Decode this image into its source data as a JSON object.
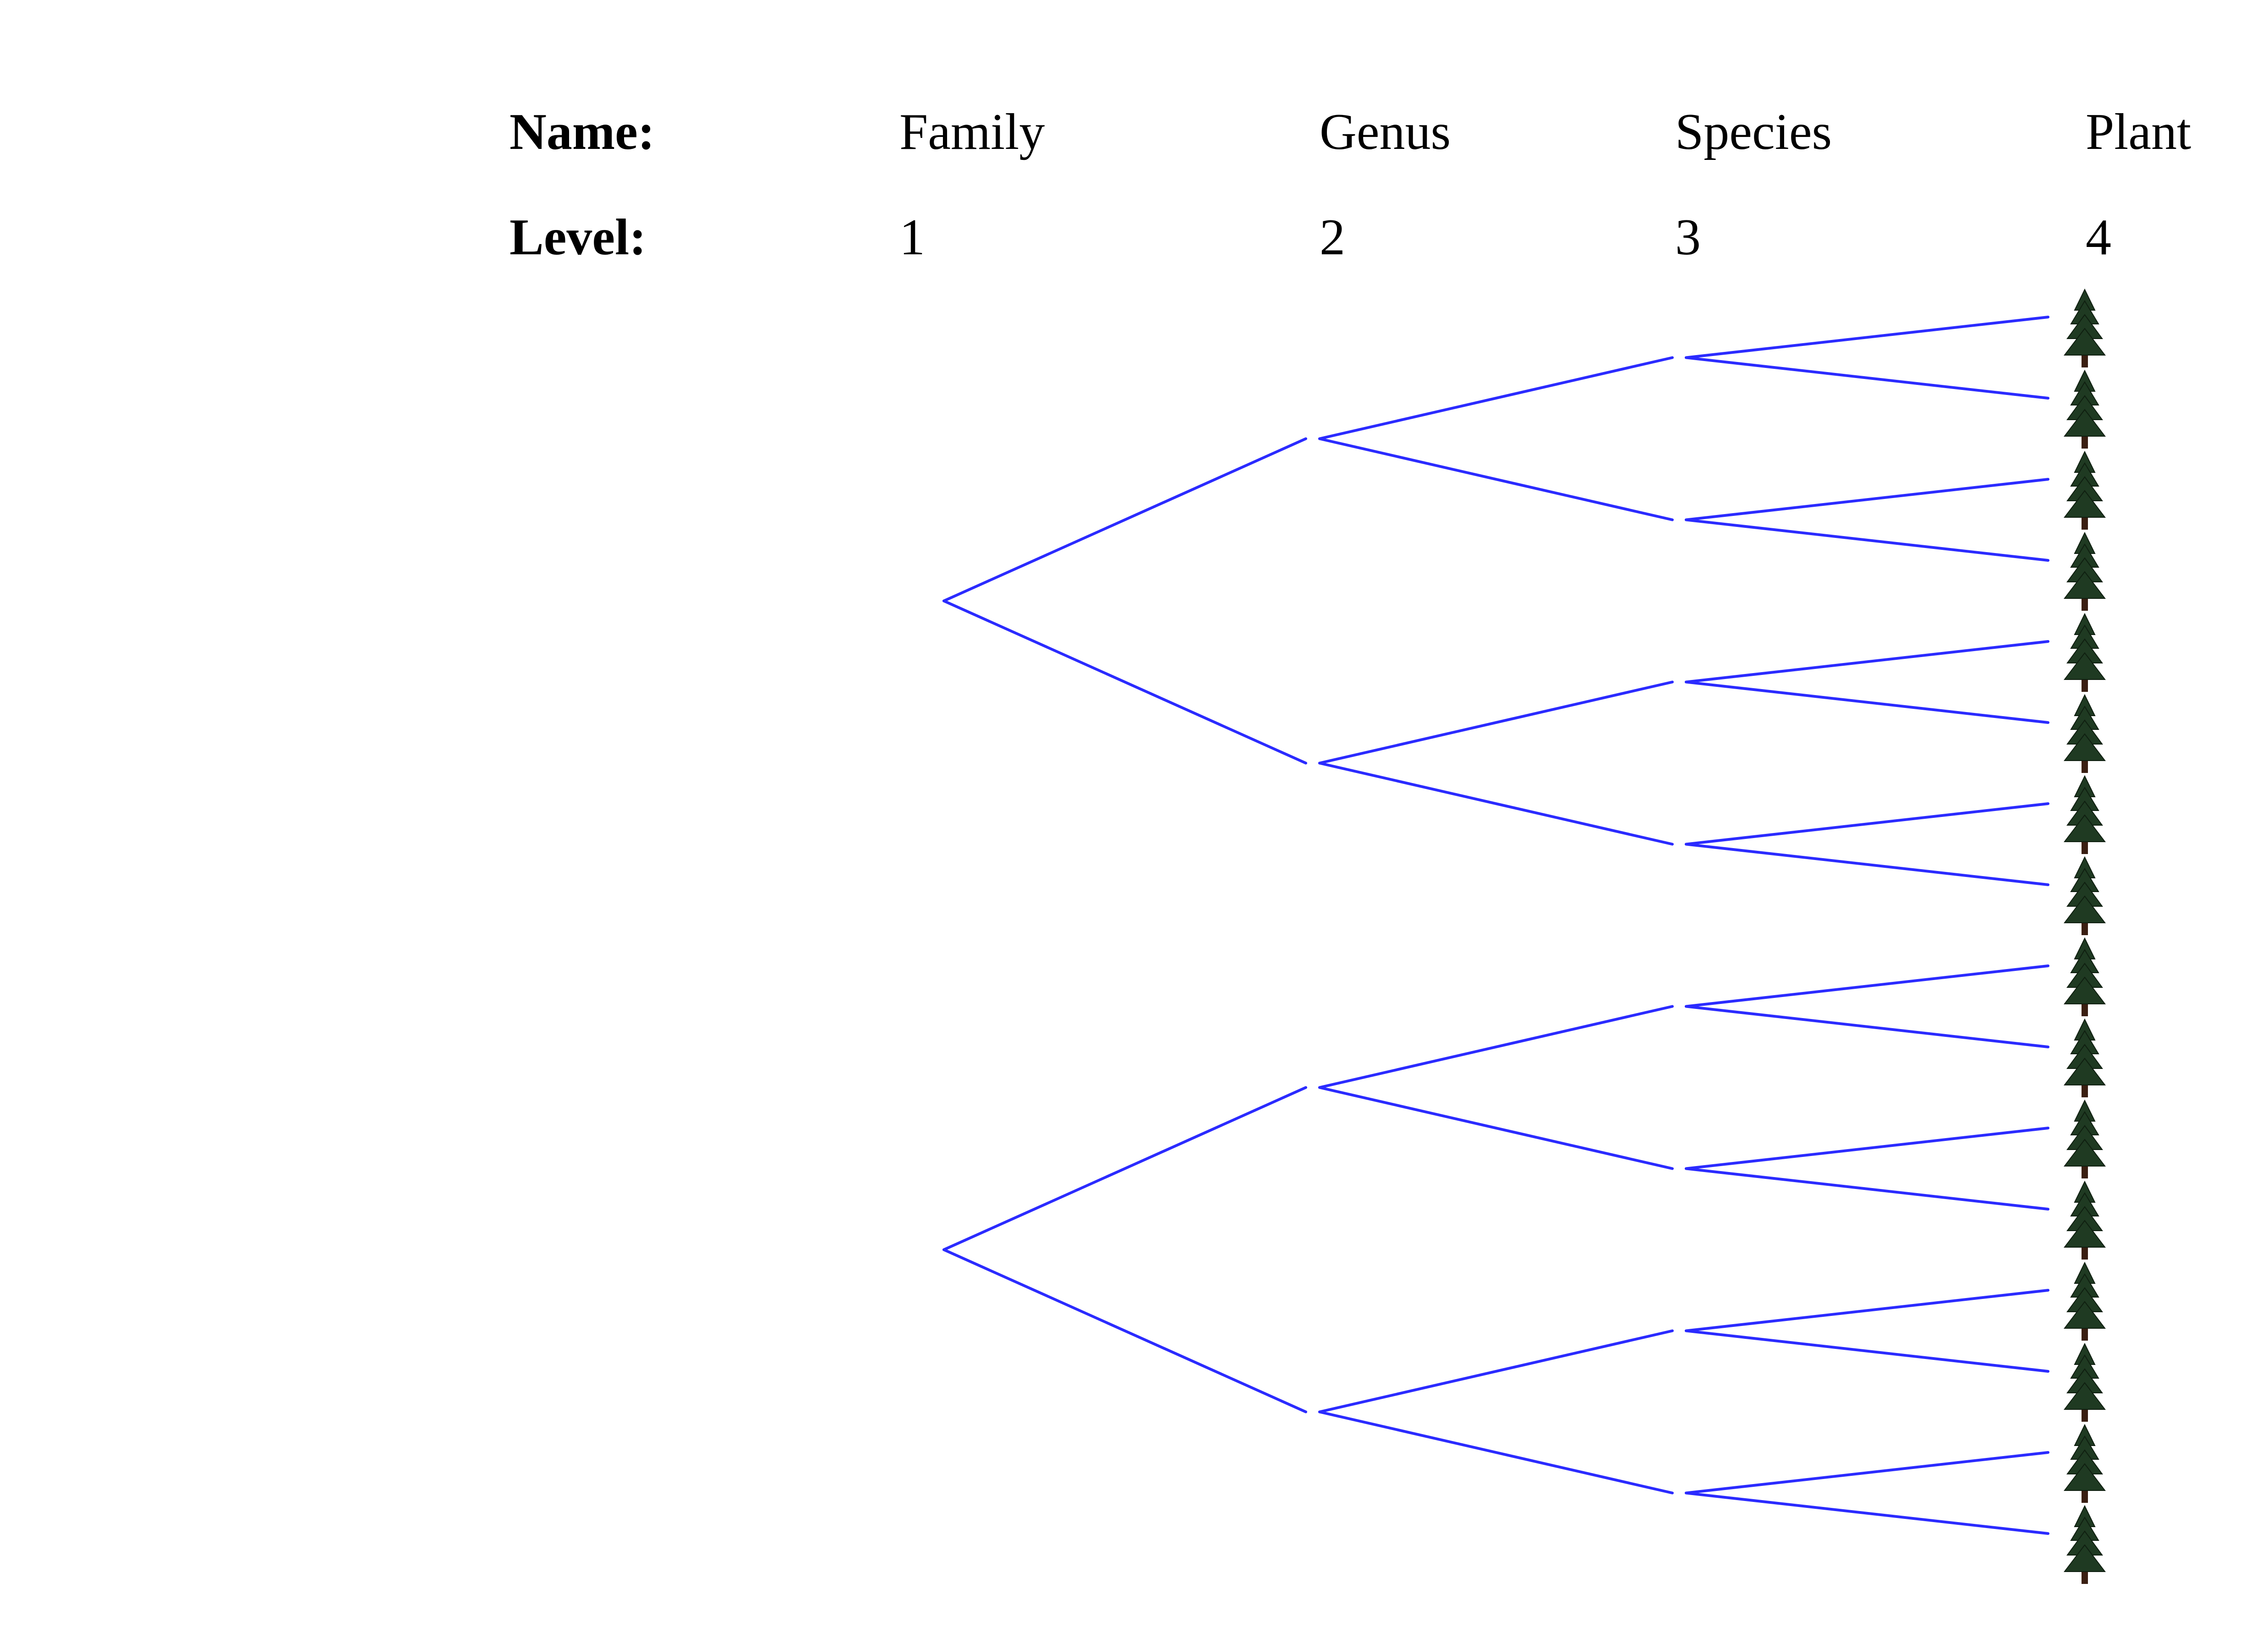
{
  "header": {
    "name_label": "Name:",
    "level_label": "Level:",
    "columns": [
      {
        "name": "Family",
        "level": "1"
      },
      {
        "name": "Genus",
        "level": "2"
      },
      {
        "name": "Species",
        "level": "3"
      },
      {
        "name": "Plant",
        "level": "4"
      }
    ]
  },
  "tree": {
    "branching": 2,
    "root_count": 2,
    "depth": 4,
    "leaf_icon": "pine-tree-icon",
    "leaf_count": 16
  },
  "colors": {
    "edge": "#2b2bff",
    "tree_foliage": "#1f3a22",
    "tree_trunk": "#3a1f12",
    "text": "#000000"
  }
}
